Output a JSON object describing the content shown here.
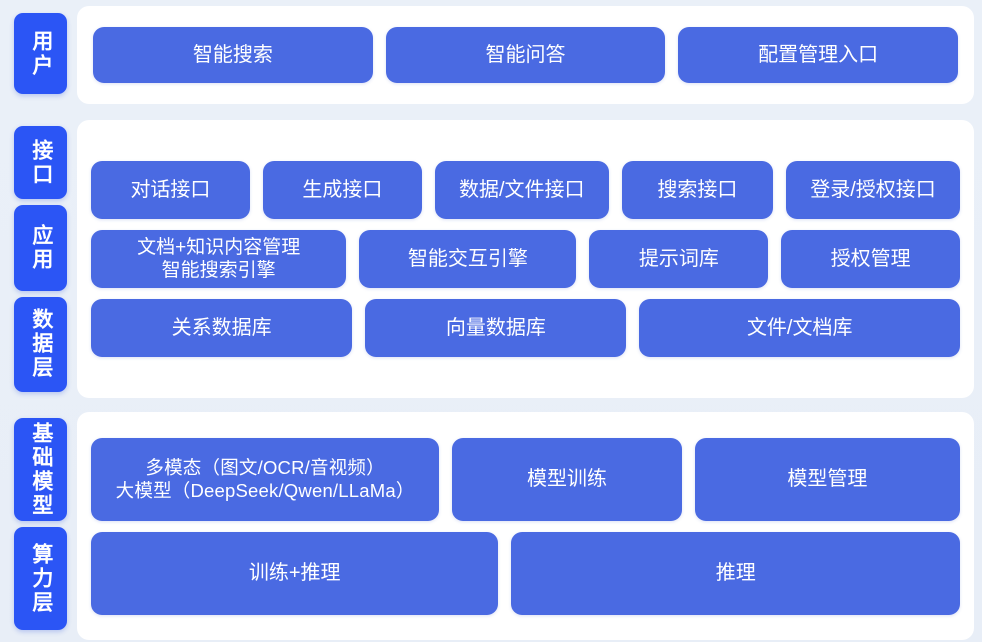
{
  "colors": {
    "page_background": "#eaf0f8",
    "panel_background": "#ffffff",
    "tab_blue": "#2b55f5",
    "box_blue": "#4a6ae2",
    "text_white": "#ffffff"
  },
  "bands": [
    {
      "id": "user",
      "tabs": [
        {
          "label": "用户"
        }
      ],
      "rows": [
        {
          "boxes": [
            {
              "label": "智能搜索"
            },
            {
              "label": "智能问答"
            },
            {
              "label": "配置管理入口"
            }
          ]
        }
      ]
    },
    {
      "id": "middle",
      "tabs": [
        {
          "label": "接口"
        },
        {
          "label": "应用"
        },
        {
          "label": "数据层"
        }
      ],
      "rows": [
        {
          "boxes": [
            {
              "label": "对话接口"
            },
            {
              "label": "生成接口"
            },
            {
              "label": "数据/文件接口"
            },
            {
              "label": "搜索接口"
            },
            {
              "label": "登录/授权接口"
            }
          ]
        },
        {
          "boxes": [
            {
              "label": "文档+知识内容管理\n智能搜索引擎"
            },
            {
              "label": "智能交互引擎"
            },
            {
              "label": "提示词库"
            },
            {
              "label": "授权管理"
            }
          ]
        },
        {
          "boxes": [
            {
              "label": "关系数据库"
            },
            {
              "label": "向量数据库"
            },
            {
              "label": "文件/文档库"
            }
          ]
        }
      ]
    },
    {
      "id": "infra",
      "tabs": [
        {
          "label": "基础模型"
        },
        {
          "label": "算力层"
        }
      ],
      "rows": [
        {
          "boxes": [
            {
              "label": "多模态（图文/OCR/音视频）\n大模型（DeepSeek/Qwen/LLaMa）"
            },
            {
              "label": "模型训练"
            },
            {
              "label": "模型管理"
            }
          ]
        },
        {
          "boxes": [
            {
              "label": "训练+推理"
            },
            {
              "label": "推理"
            }
          ]
        }
      ]
    }
  ]
}
